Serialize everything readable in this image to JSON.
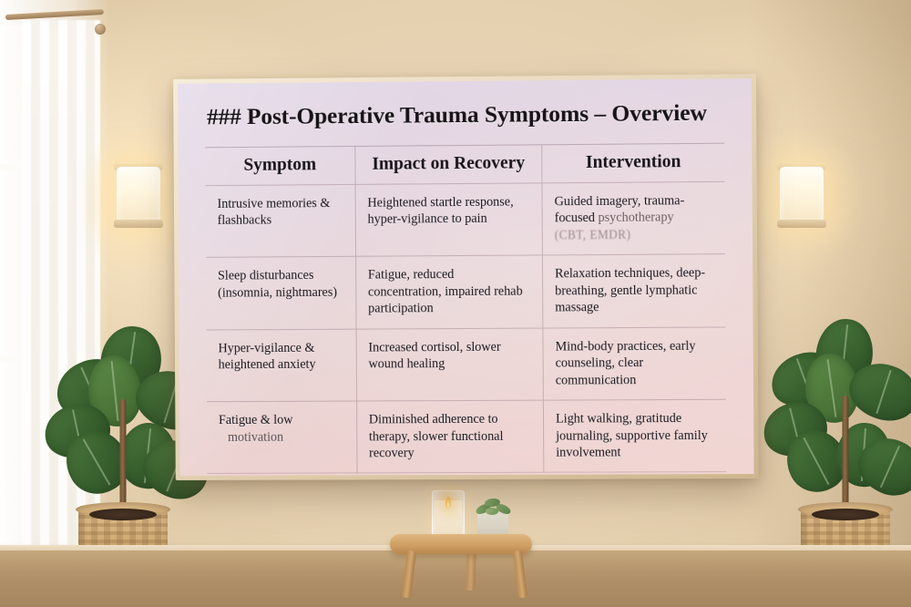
{
  "scene": {
    "description": "interior-wall-with-framed-poster",
    "wall_color": "#e2cdaa",
    "floor_color": "#b2936a",
    "objects": {
      "window": "window-with-sheer-curtain",
      "curtain_rod": "curtain-rod",
      "sconce_left": "wall-sconce-light",
      "sconce_right": "wall-sconce-light",
      "plant_left": "fiddle-leaf-fig-in-woven-basket",
      "plant_right": "fiddle-leaf-fig-in-woven-basket",
      "side_table": "wooden-side-table",
      "candle": "lit-candle-in-glass",
      "succulent": "potted-succulent"
    }
  },
  "poster": {
    "title": "### Post-Operative Trauma Symptoms – Overview",
    "accent_top_color": "#e6dced",
    "accent_bottom_color": "#fbe0dc",
    "frame_color": "#e4d2b4",
    "table": {
      "headers": [
        "Symptom",
        "Impact on Recovery",
        "Intervention"
      ],
      "rows": [
        {
          "symptom": "Intrusive memories & flashbacks",
          "impact": "Heightened startle response, hyper-vigilance to pain",
          "intervention_line1": "Guided imagery, trauma-",
          "intervention_line2_clear": "focused ",
          "intervention_line2_degraded": "psychotherapy",
          "intervention_line3_degraded": "(CBT, EMDR)"
        },
        {
          "symptom": "Sleep disturbances (insomnia, nightmares)",
          "impact": "Fatigue, reduced concentration, impaired rehab participation",
          "intervention": "Relaxation techniques, deep-breathing, gentle lymphatic massage"
        },
        {
          "symptom": "Hyper-vigilance & heightened anxiety",
          "impact": "Increased cortisol, slower wound healing",
          "intervention": "Mind-body practices, early counseling, clear communication"
        },
        {
          "symptom_line1": "Fatigue & low",
          "symptom_line2_faded": "motivation",
          "impact": "Diminished adherence to therapy, slower functional recovery",
          "intervention": "Light walking, gratitude journaling, supportive family involvement"
        }
      ]
    }
  }
}
